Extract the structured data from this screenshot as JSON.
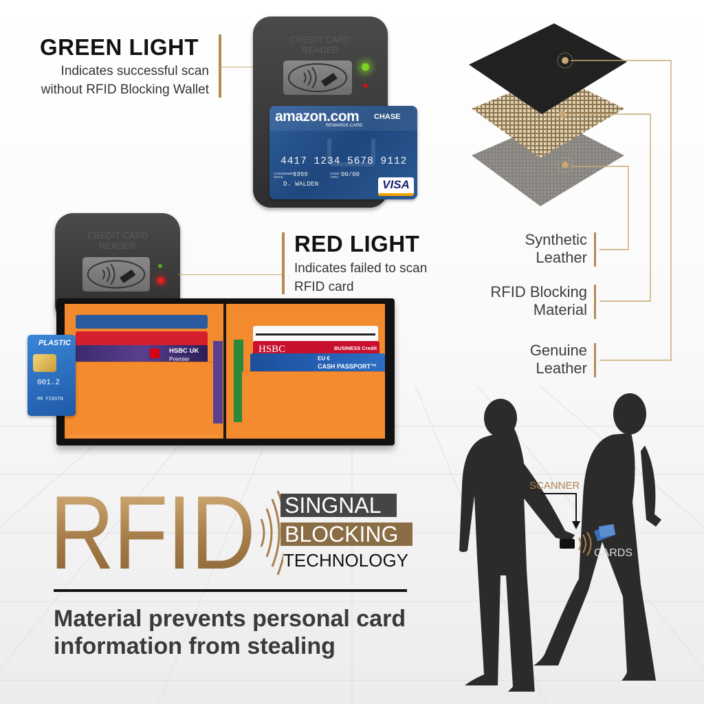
{
  "green_light": {
    "title": "GREEN LIGHT",
    "line1": "Indicates successful scan",
    "line2": "without RFID Blocking Wallet"
  },
  "red_light": {
    "title": "RED LIGHT",
    "line1": "Indicates failed to scan",
    "line2": "RFID card"
  },
  "reader": {
    "line1": "CREDIT CARD",
    "line2": "READER"
  },
  "amazon_card": {
    "brand": "amazon.com",
    "sub": "REWARDS CARD",
    "bank": "CHASE",
    "number": "4417 1234 5678 9112",
    "since_label": "CARDMEMBER SINCE",
    "since": "1999",
    "thru_label": "GOOD THRU",
    "thru": "00/00",
    "name": "D. WALDEN",
    "network": "VISA"
  },
  "wallet_cards": {
    "plastic": "PLASTIC",
    "plastic_num": "001.2",
    "plastic_name": "MR FIRSTN",
    "hsbc_uk": "HSBC UK",
    "premier": "Premier",
    "hsbc2": "HSBC",
    "business": "BUSINESS Credit",
    "eu": "EU €",
    "passport": "CASH PASSPORT™"
  },
  "layers": [
    {
      "line1": "Synthetic",
      "line2": "Leather"
    },
    {
      "line1": "RFID Blocking",
      "line2": "Material"
    },
    {
      "line1": "Genuine",
      "line2": "Leather"
    }
  ],
  "rfid": {
    "word": "RFID",
    "tag1": "SINGNAL",
    "tag2": "BLOCKING",
    "tag3": "TECHNOLOGY"
  },
  "tagline": {
    "line1": "Material prevents personal card",
    "line2": "information from stealing"
  },
  "scene": {
    "scanner": "SCANNER",
    "cards": "CARDS"
  },
  "colors": {
    "gold": "#b38a53",
    "orange": "#f28a2e",
    "green_led": "#7ed321",
    "red_led": "#e02020"
  }
}
